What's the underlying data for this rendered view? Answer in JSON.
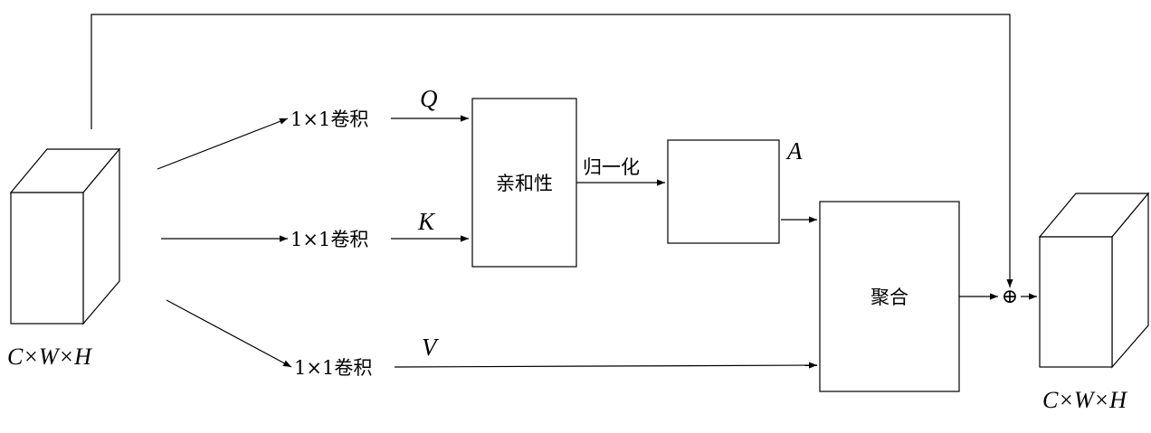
{
  "input_tensor": {
    "label": "C×W×H"
  },
  "output_tensor": {
    "label": "C×W×H"
  },
  "branches": [
    {
      "conv_label": "1×1卷积",
      "symbol": "Q"
    },
    {
      "conv_label": "1×1卷积",
      "symbol": "K"
    },
    {
      "conv_label": "1×1卷积",
      "symbol": "V"
    }
  ],
  "affinity_box": {
    "label": "亲和性"
  },
  "normalize": {
    "label": "归一化"
  },
  "attention_map": {
    "symbol": "A"
  },
  "aggregate_box": {
    "label": "聚合"
  },
  "sum_node": {
    "symbol": "⊕"
  }
}
